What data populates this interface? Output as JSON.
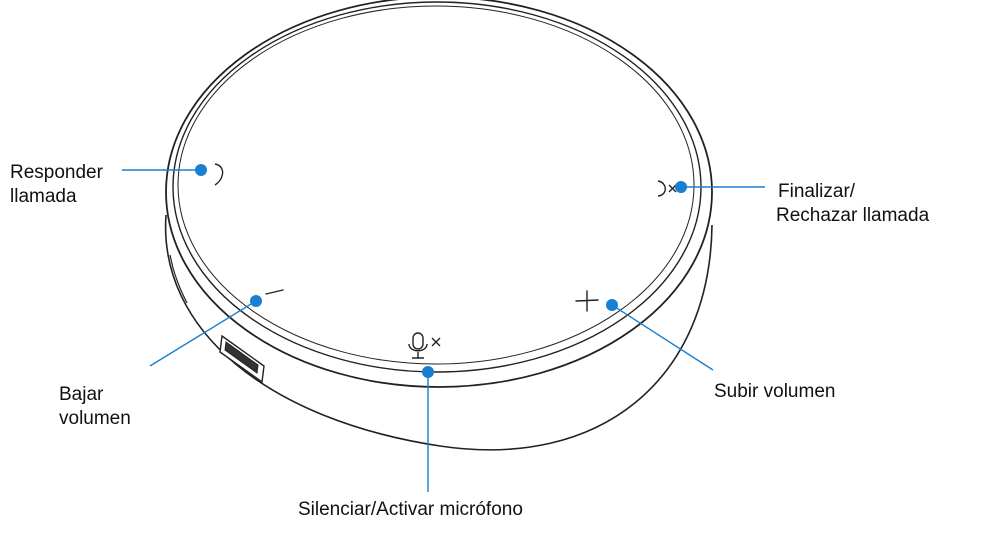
{
  "figure": {
    "labels": {
      "answer": {
        "line1": "Responder",
        "line2": "llamada"
      },
      "end_reject": {
        "line1": "Finalizar/",
        "line2": "Rechazar llamada"
      },
      "volume_down": {
        "line1": "Bajar",
        "line2": "volumen"
      },
      "volume_up": {
        "text": "Subir volumen"
      },
      "mute": {
        "text": "Silenciar/Activar micrófono"
      }
    },
    "callout_color": "#1a7fd0",
    "icons": [
      "phone-answer-icon",
      "phone-end-icon",
      "minus-icon",
      "plus-icon",
      "mic-mute-icon"
    ]
  }
}
